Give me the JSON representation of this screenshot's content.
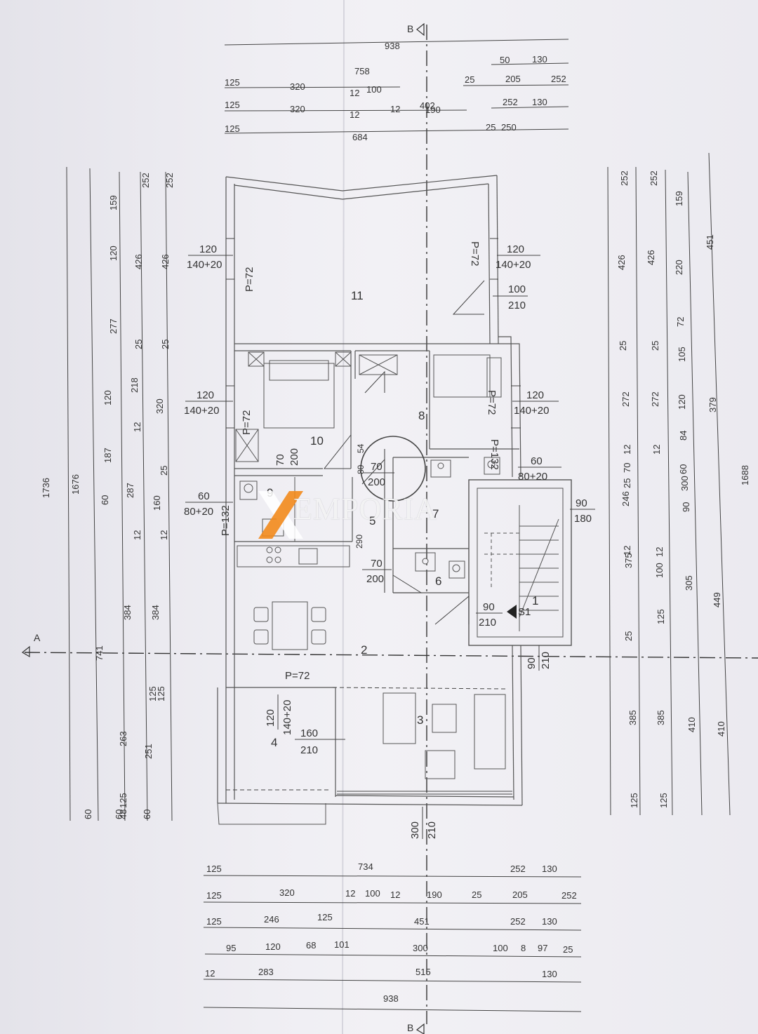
{
  "section_markers": {
    "top": "B",
    "bottom": "B",
    "left": "A"
  },
  "top_dimensions": {
    "row1": [
      "938"
    ],
    "row2": [
      "50",
      "130"
    ],
    "row3": [
      "125",
      "320",
      "758",
      "12",
      "100",
      "25",
      "205",
      "252"
    ],
    "row4": [
      "125",
      "320",
      "12",
      "12",
      "402",
      "190",
      "252",
      "130"
    ],
    "row5": [
      "125",
      "684",
      "25",
      "250"
    ]
  },
  "bottom_dimensions": {
    "row1": [
      "125",
      "734",
      "252",
      "130"
    ],
    "row2": [
      "125",
      "320",
      "12",
      "100",
      "12",
      "190",
      "25",
      "205",
      "252"
    ],
    "row3": [
      "125",
      "246",
      "125",
      "451",
      "252",
      "130"
    ],
    "row4": [
      "95",
      "120",
      "68",
      "101",
      "300",
      "100",
      "8",
      "97",
      "25"
    ],
    "row5": [
      "12",
      "283",
      "515",
      "130"
    ],
    "row6": [
      "938"
    ]
  },
  "left_dimensions": {
    "outer": [
      "1736",
      "60"
    ],
    "col2": [
      "1676",
      "741",
      "60"
    ],
    "col3": [
      "159",
      "120",
      "277",
      "120",
      "187",
      "60",
      "384",
      "263",
      "48",
      "125"
    ],
    "col4": [
      "252",
      "426",
      "25",
      "218",
      "12",
      "287",
      "12",
      "125",
      "251",
      "60"
    ],
    "col5": [
      "252",
      "426",
      "25",
      "320",
      "25",
      "160",
      "12",
      "384",
      "125"
    ]
  },
  "right_dimensions": {
    "col1": [
      "252",
      "426",
      "25",
      "272",
      "12",
      "25",
      "70",
      "246",
      "12",
      "375",
      "25",
      "385",
      "125"
    ],
    "col2": [
      "252",
      "426",
      "25",
      "272",
      "12",
      "12",
      "100",
      "125",
      "385",
      "125"
    ],
    "col3": [
      "159",
      "220",
      "72",
      "105",
      "120",
      "84",
      "60",
      "300",
      "90",
      "305",
      "410"
    ],
    "col4": [
      "451",
      "379",
      "449",
      "410"
    ],
    "outer": [
      "1688"
    ]
  },
  "rooms": [
    "11",
    "10",
    "9",
    "8",
    "7",
    "5",
    "6",
    "2",
    "3",
    "4",
    "1"
  ],
  "openings": {
    "w_11_left": [
      "120",
      "140+20"
    ],
    "p_11_left": "P=72",
    "w_11_right": [
      "120",
      "140+20"
    ],
    "p_11_right": "P=72",
    "door_11": [
      "100",
      "210"
    ],
    "w_10_left": [
      "120",
      "140+20"
    ],
    "p_10_left": "P=72",
    "w_8_right": [
      "120",
      "140+20"
    ],
    "p_8_right": "P=72",
    "door_10": [
      "70",
      "200"
    ],
    "door_5": [
      "70",
      "200"
    ],
    "win_9": [
      "60",
      "80+20"
    ],
    "p_9": "P=132",
    "win_7": [
      "60",
      "80+20"
    ],
    "p_7": "P=132",
    "door_stair": [
      "90",
      "180"
    ],
    "door_6": [
      "70",
      "200"
    ],
    "dim_290": "290",
    "dim_54": "54",
    "dim_80": "80",
    "entry": [
      "90",
      "210"
    ],
    "stair_label": "S1",
    "door_2": [
      "90",
      "210"
    ],
    "p_4": "P=72",
    "w_4": [
      "120",
      "140+20"
    ],
    "door_4": [
      "160",
      "210"
    ],
    "door_3": [
      "300",
      "210"
    ]
  },
  "watermark": {
    "brand": "EMPORIA"
  },
  "colors": {
    "brand": "#f28a1c",
    "line": "#3a3a3a",
    "wall": "#7a7a7a"
  }
}
